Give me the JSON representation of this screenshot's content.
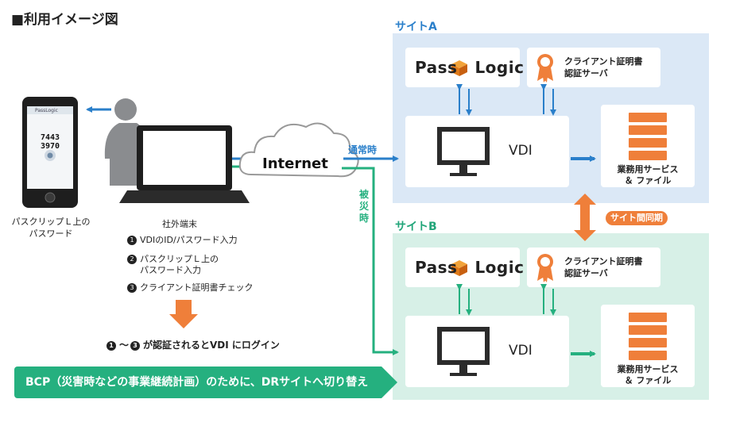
{
  "title": "■利用イメージ図",
  "site_a": {
    "label": "サイトA"
  },
  "site_b": {
    "label": "サイトB"
  },
  "passlogic": {
    "pass": "Pass",
    "logic": "Logic"
  },
  "cert_server": {
    "line1": "クライアント証明書",
    "line2": "認証サーバ"
  },
  "vdi": {
    "label": "VDI"
  },
  "services": {
    "line1": "業務用サービス",
    "line2": "＆ ファイル"
  },
  "internet": {
    "label": "Internet"
  },
  "routes": {
    "normal": "通常時",
    "disaster": "被災時"
  },
  "site_sync": "サイト間同期",
  "phone": {
    "app_name": "PassLogic",
    "code": "7443 3970",
    "caption_line1": "パスクリップＬ上の",
    "caption_line2": "パスワード"
  },
  "terminal": {
    "label": "社外端末",
    "steps": [
      {
        "num": "1",
        "text": "VDIのID/パスワード入力"
      },
      {
        "num": "2",
        "text": "パスクリップＬ上の",
        "text2": "パスワード入力"
      },
      {
        "num": "3",
        "text": "クライアント証明書チェック"
      }
    ]
  },
  "login": {
    "n1": "1",
    "tilde": "～",
    "n3": "3",
    "text": "が認証されるとVDI にログイン"
  },
  "banner": "BCP（災害時などの事業継続計画）のために、DRサイトへ切り替え",
  "colors": {
    "blue": "#2a7fca",
    "green": "#25b07f",
    "orange": "#ef7f3a",
    "siteA_bg": "#dbe8f6",
    "siteB_bg": "#d7f0e7"
  }
}
